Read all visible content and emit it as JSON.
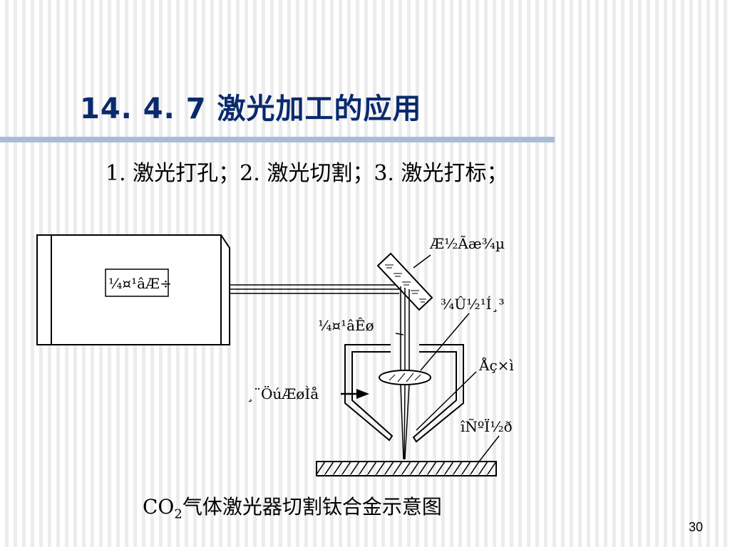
{
  "slide": {
    "title": "14. 4. 7  激光加工的应用",
    "bullets": "1.  激光打孔；2. 激光切割；3. 激光打标；",
    "caption_prefix": "CO",
    "caption_subscript": "2",
    "caption_suffix": "气体激光器切割钛合金示意图",
    "page_number": "30"
  },
  "diagram": {
    "labels": {
      "laser_box": "¼¤¹âÆ÷",
      "mirror": "Æ½Ãæ¾µ",
      "focus_lens": "¾Û½¹Í¸³",
      "laser_beam": "¼¤¹âÊø",
      "nozzle": "Åç×ì",
      "aux_gas": "¸¨ÖúÆøÌå",
      "workpiece": "îÑºÏ½ð"
    },
    "colors": {
      "title": "#0a2a6e",
      "rule": "#a9bcd6",
      "stroke": "#000000"
    }
  }
}
